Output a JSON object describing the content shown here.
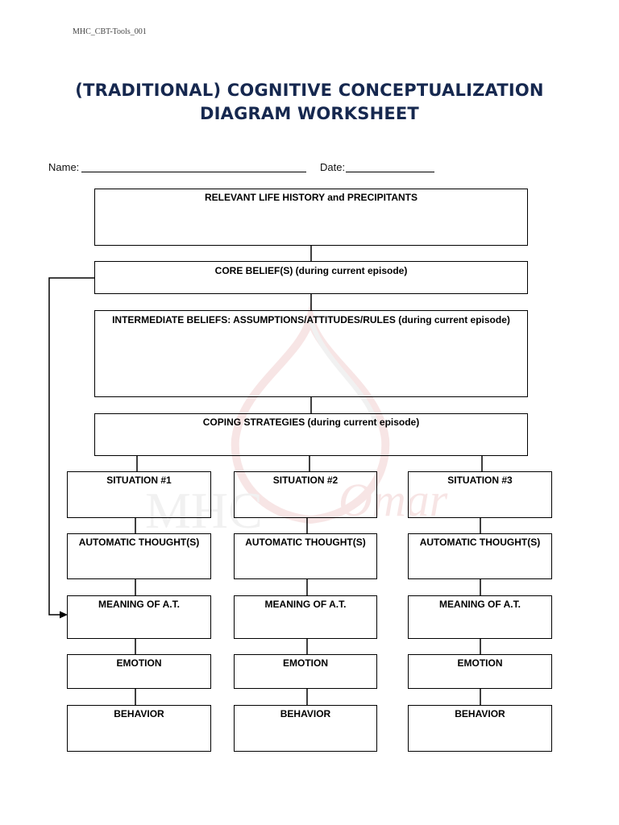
{
  "doc_id": "MHC_CBT-Tools_001",
  "title_line1": "(TRADITIONAL) COGNITIVE CONCEPTUALIZATION",
  "title_line2": "DIAGRAM WORKSHEET",
  "fields": {
    "name_label": "Name:",
    "date_label": "Date:"
  },
  "boxes": {
    "life_history": "RELEVANT LIFE HISTORY and PRECIPITANTS",
    "core_beliefs": "CORE BELIEF(S) (during current episode)",
    "intermediate_beliefs": "INTERMEDIATE BELIEFS: ASSUMPTIONS/ATTITUDES/RULES (during current episode)",
    "coping_strategies": "COPING STRATEGIES (during current episode)"
  },
  "columns": [
    {
      "situation": "SITUATION #1",
      "automatic_thought": "AUTOMATIC THOUGHT(S)",
      "meaning": "MEANING OF A.T.",
      "emotion": "EMOTION",
      "behavior": "BEHAVIOR"
    },
    {
      "situation": "SITUATION #2",
      "automatic_thought": "AUTOMATIC THOUGHT(S)",
      "meaning": "MEANING OF A.T.",
      "emotion": "EMOTION",
      "behavior": "BEHAVIOR"
    },
    {
      "situation": "SITUATION #3",
      "automatic_thought": "AUTOMATIC THOUGHT(S)",
      "meaning": "MEANING OF A.T.",
      "emotion": "EMOTION",
      "behavior": "BEHAVIOR"
    }
  ],
  "watermark_text": "MHC Omar",
  "colors": {
    "title": "#16284f",
    "line": "#000000",
    "watermark_red": "#c44040",
    "watermark_gray": "#9a9a9a"
  }
}
